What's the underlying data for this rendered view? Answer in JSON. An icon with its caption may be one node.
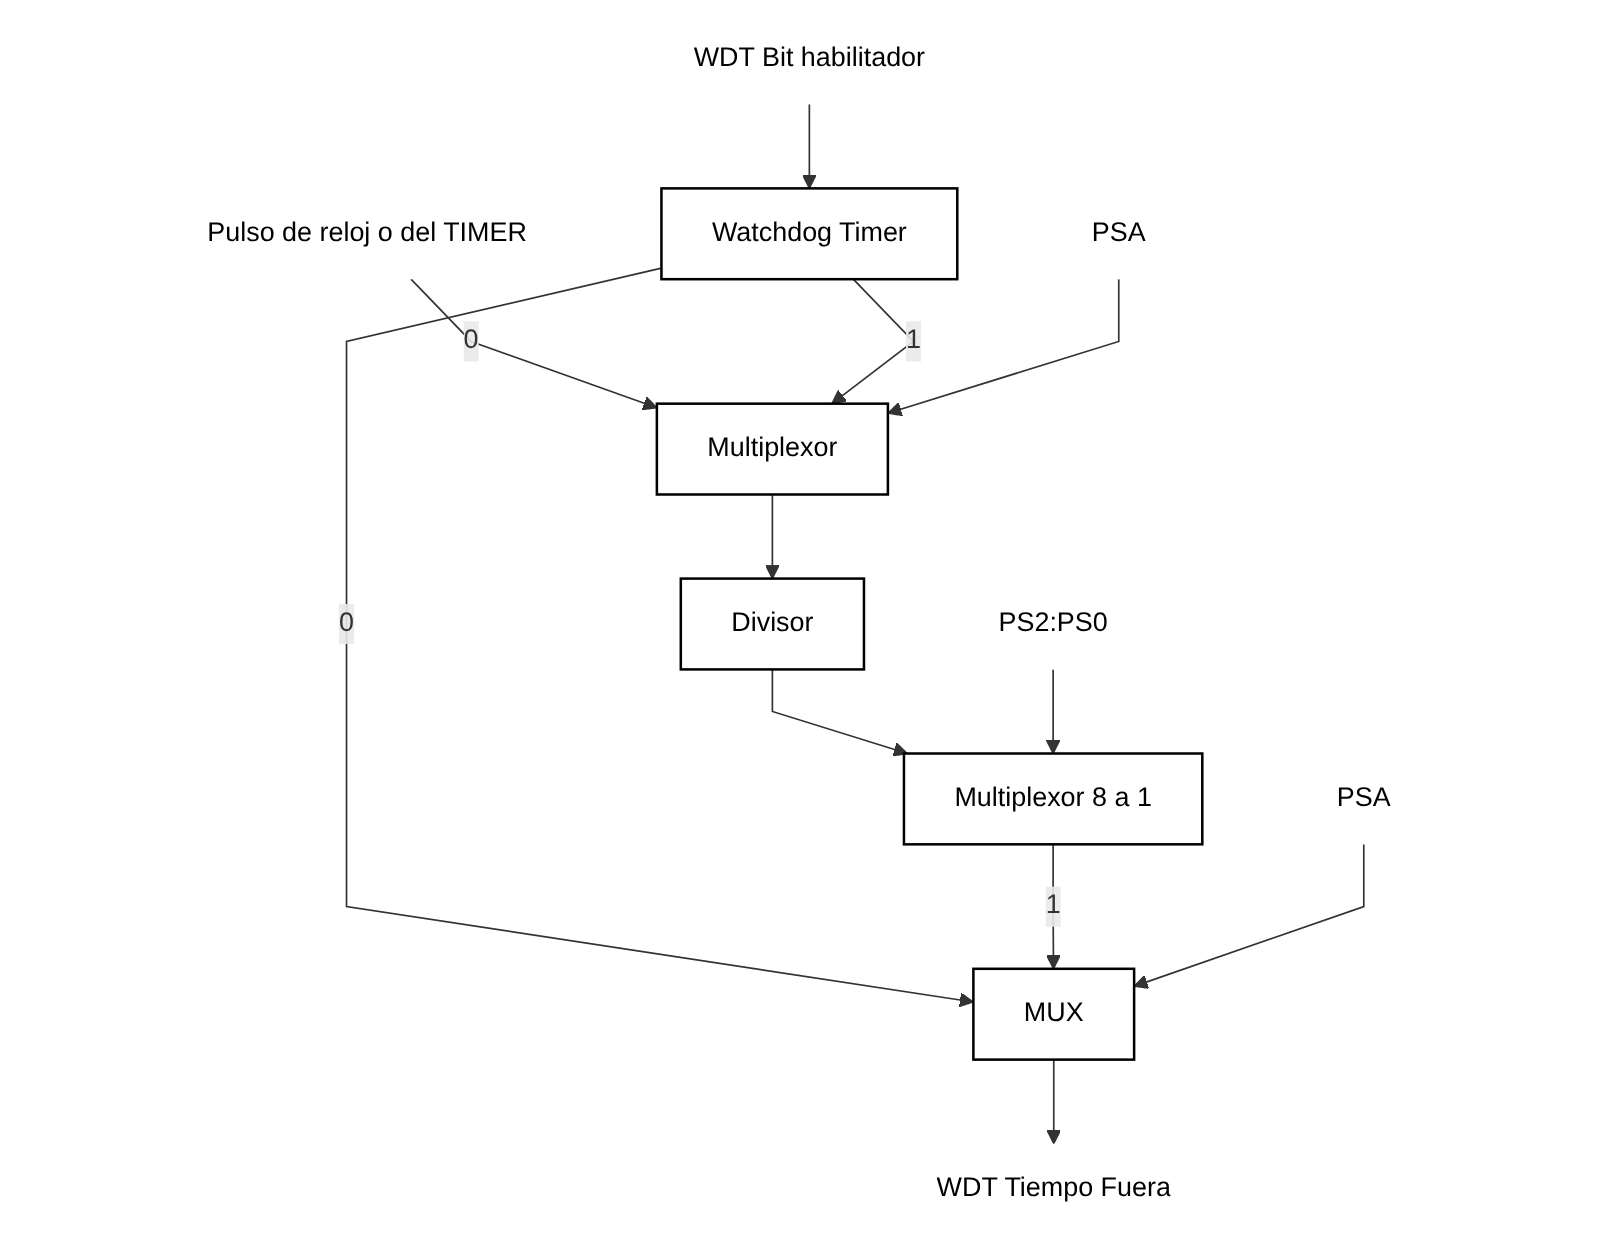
{
  "diagram": {
    "nodes": [
      {
        "text": [
          "Pulso de reloj o del TIMER"
        ]
      },
      {
        "text": [
          "Watchdog Timer"
        ]
      },
      {
        "text": [
          "Multiplexor"
        ]
      },
      {
        "text": [
          "Divisor"
        ]
      },
      {
        "text": [
          "WDT Bit habilitador"
        ]
      },
      {
        "text": [
          "PSA"
        ]
      },
      {
        "text": [
          "Multiplexor 8 a 1"
        ]
      },
      {
        "text": [
          "PS2:PS0"
        ]
      },
      {
        "text": [
          "MUX"
        ]
      },
      {
        "text": [
          "PSA"
        ]
      },
      {
        "text": [
          "WDT Tiempo Fuera"
        ]
      }
    ],
    "edges": [
      {
        "from": 0,
        "to": 2,
        "label": "0",
        "arrow": "to"
      },
      {
        "from": 1,
        "to": 2,
        "label": "1",
        "arrow": "to"
      },
      {
        "from": 2,
        "to": 3,
        "arrow": "to"
      },
      {
        "from": 4,
        "to": 1,
        "arrow": "to"
      },
      {
        "from": 5,
        "to": 2,
        "arrow": "to"
      },
      {
        "from": 3,
        "to": 6,
        "arrow": "to"
      },
      {
        "from": 7,
        "to": 6,
        "arrow": "to"
      },
      {
        "from": 1,
        "to": 8,
        "label": "0",
        "arrow": "to"
      },
      {
        "from": 6,
        "to": 8,
        "label": "1",
        "arrow": "to"
      },
      {
        "from": 9,
        "to": 8,
        "arrow": "to"
      },
      {
        "from": 8,
        "to": 10,
        "arrow": "to"
      }
    ]
  }
}
